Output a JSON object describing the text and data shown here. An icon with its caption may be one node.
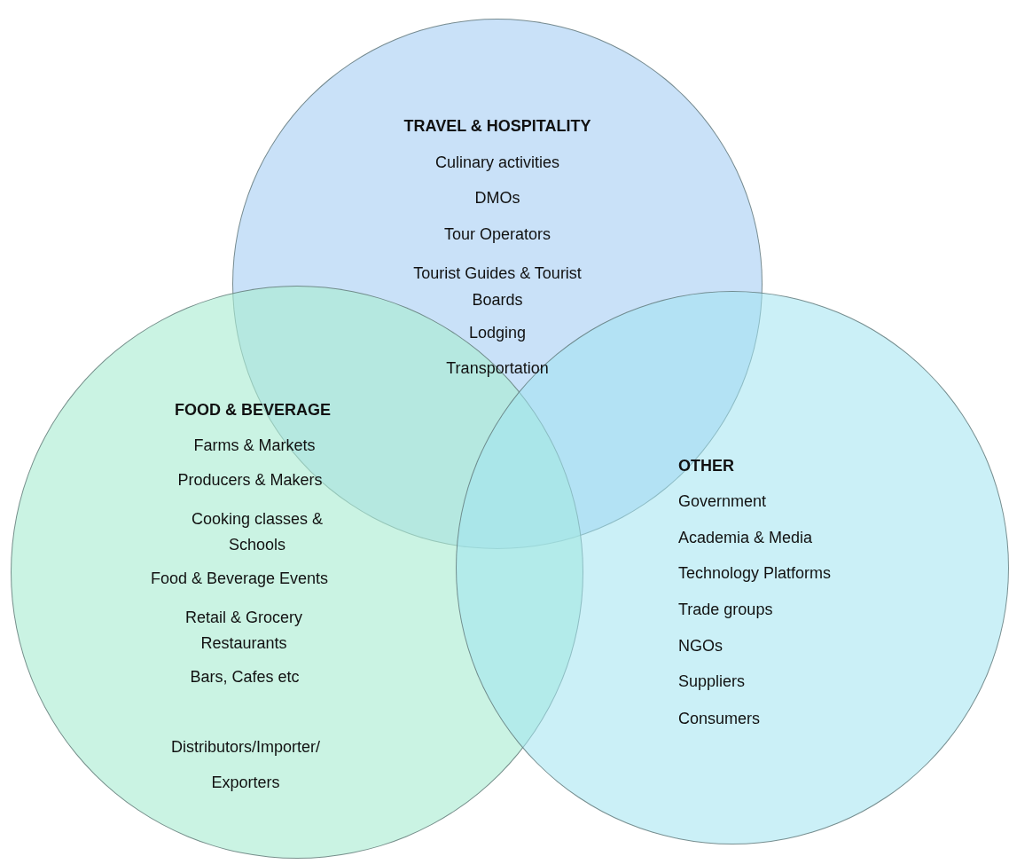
{
  "diagram": {
    "nodes": [
      {
        "text": [
          "TRAVEL & HOSPITALITY",
          "Culinary activities",
          "DMOs",
          "Tour Operators",
          "Tourist Guides & Tourist Boards",
          "Lodging",
          "Transportation"
        ]
      },
      {
        "text": [
          "FOOD & BEVERAGE",
          "Farms & Markets",
          "Producers & Makers",
          "Cooking classes & Schools",
          "Food & Beverage Events",
          "Retail & Grocery Restaurants",
          "Bars, Cafes etc",
          "Distributors/Importer/ Exporters"
        ]
      },
      {
        "text": [
          "OTHER",
          "Government",
          "Academia & Media",
          "Technology Platforms",
          "Trade groups",
          "NGOs",
          "Suppliers",
          "Consumers"
        ]
      }
    ]
  }
}
